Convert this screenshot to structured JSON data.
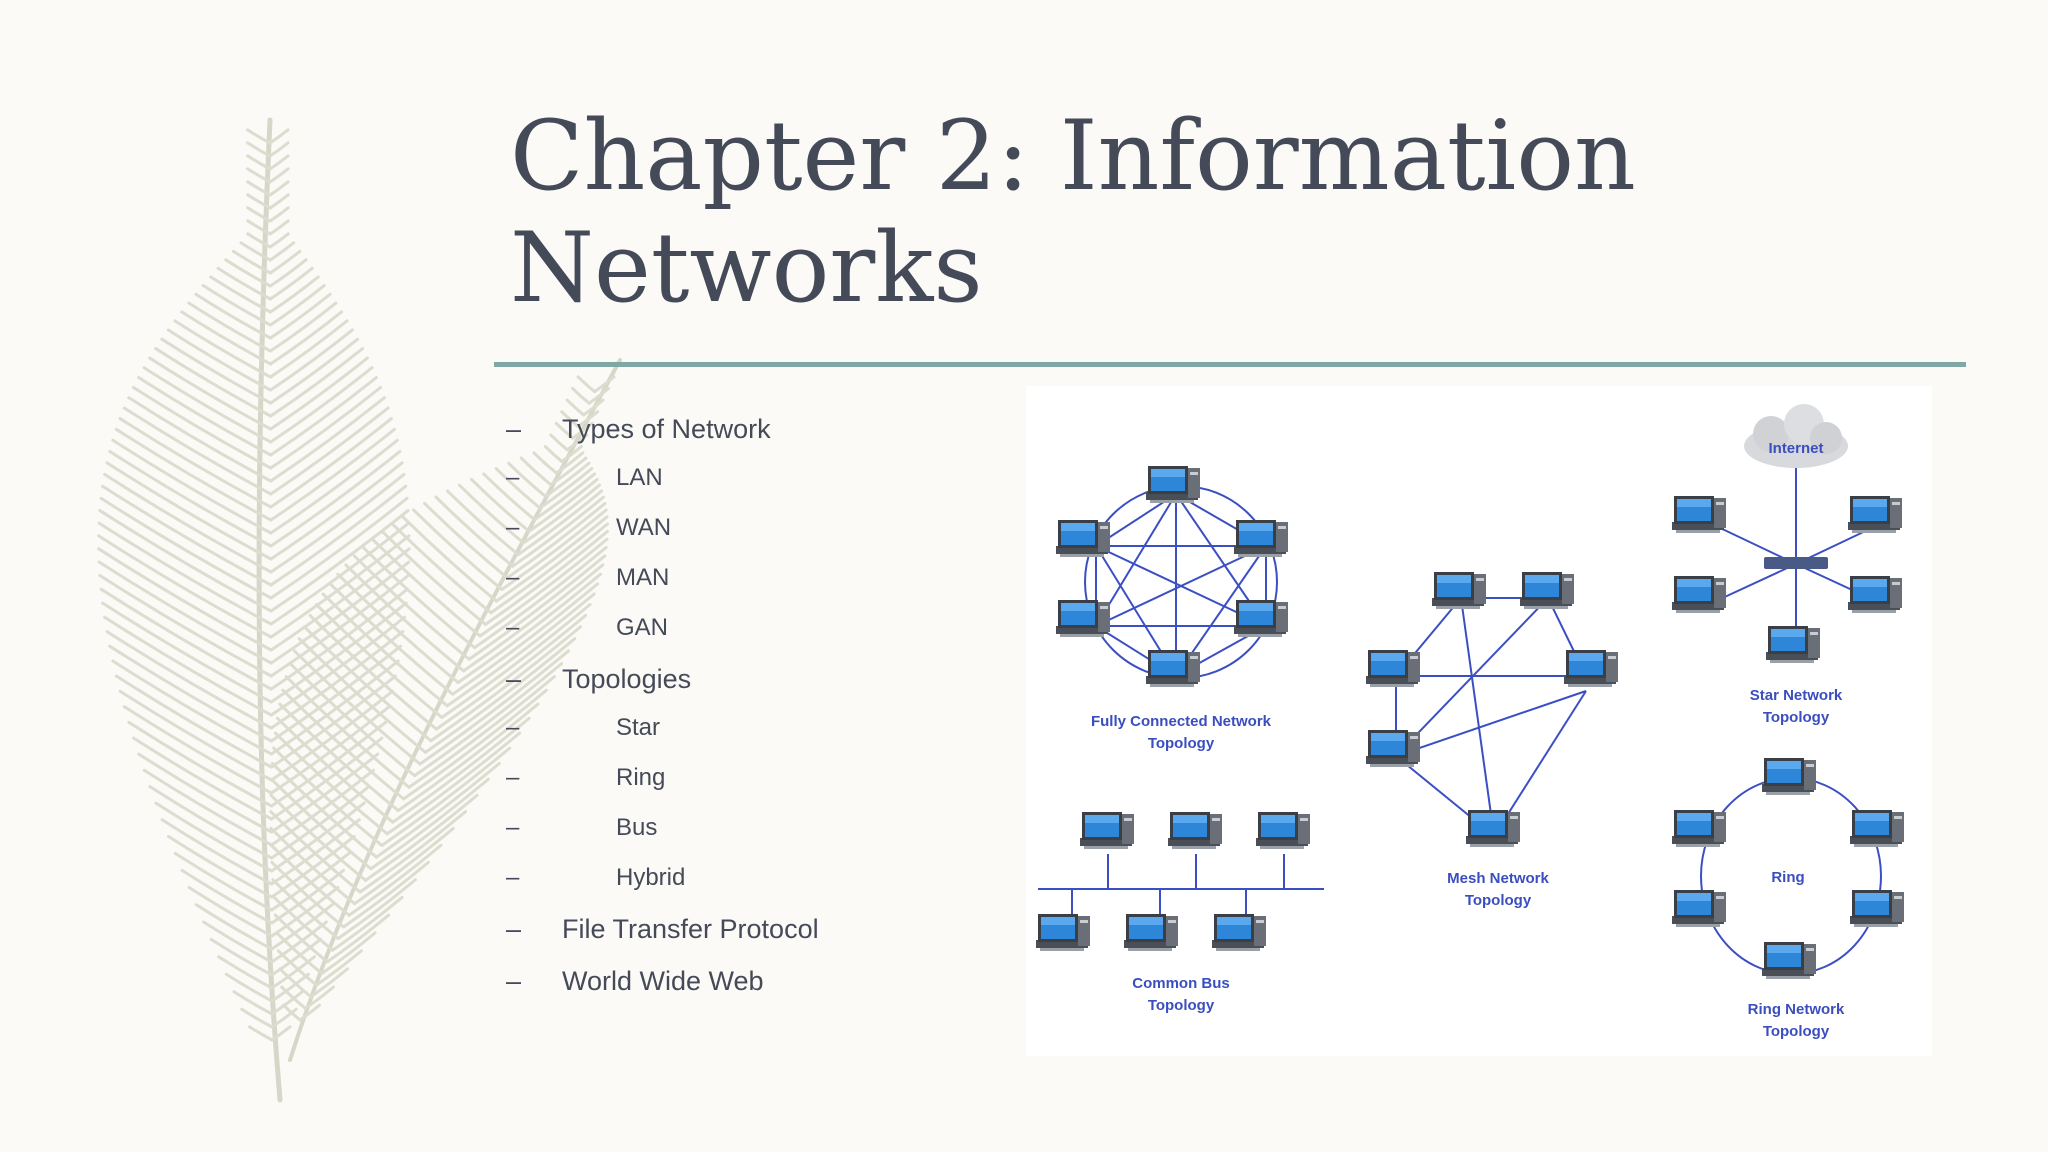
{
  "slide": {
    "title_line1": "Chapter 2: Information",
    "title_line2": "Networks",
    "bullets": [
      {
        "level": 1,
        "text": "Types of Network"
      },
      {
        "level": 2,
        "text": "LAN"
      },
      {
        "level": 2,
        "text": "WAN"
      },
      {
        "level": 2,
        "text": "MAN"
      },
      {
        "level": 2,
        "text": "GAN"
      },
      {
        "level": 1,
        "text": "Topologies"
      },
      {
        "level": 2,
        "text": "Star"
      },
      {
        "level": 2,
        "text": "Ring"
      },
      {
        "level": 2,
        "text": "Bus"
      },
      {
        "level": 2,
        "text": "Hybrid"
      },
      {
        "level": 1,
        "text": "File Transfer Protocol"
      },
      {
        "level": 1,
        "text": "World Wide Web"
      }
    ],
    "dash": "–"
  },
  "diagram": {
    "fully_connected": {
      "line1": "Fully Connected Network",
      "line2": "Topology"
    },
    "mesh": {
      "line1": "Mesh Network",
      "line2": "Topology"
    },
    "star": {
      "line1": "Star Network",
      "line2": "Topology",
      "cloud": "Internet"
    },
    "bus": {
      "line1": "Common Bus",
      "line2": "Topology"
    },
    "ring": {
      "line1": "Ring Network",
      "line2": "Topology",
      "center": "Ring"
    }
  },
  "colors": {
    "title": "#454a59",
    "divider": "#7fa8a5",
    "link": "#3b4fc4",
    "screen": "#2d86d8"
  }
}
